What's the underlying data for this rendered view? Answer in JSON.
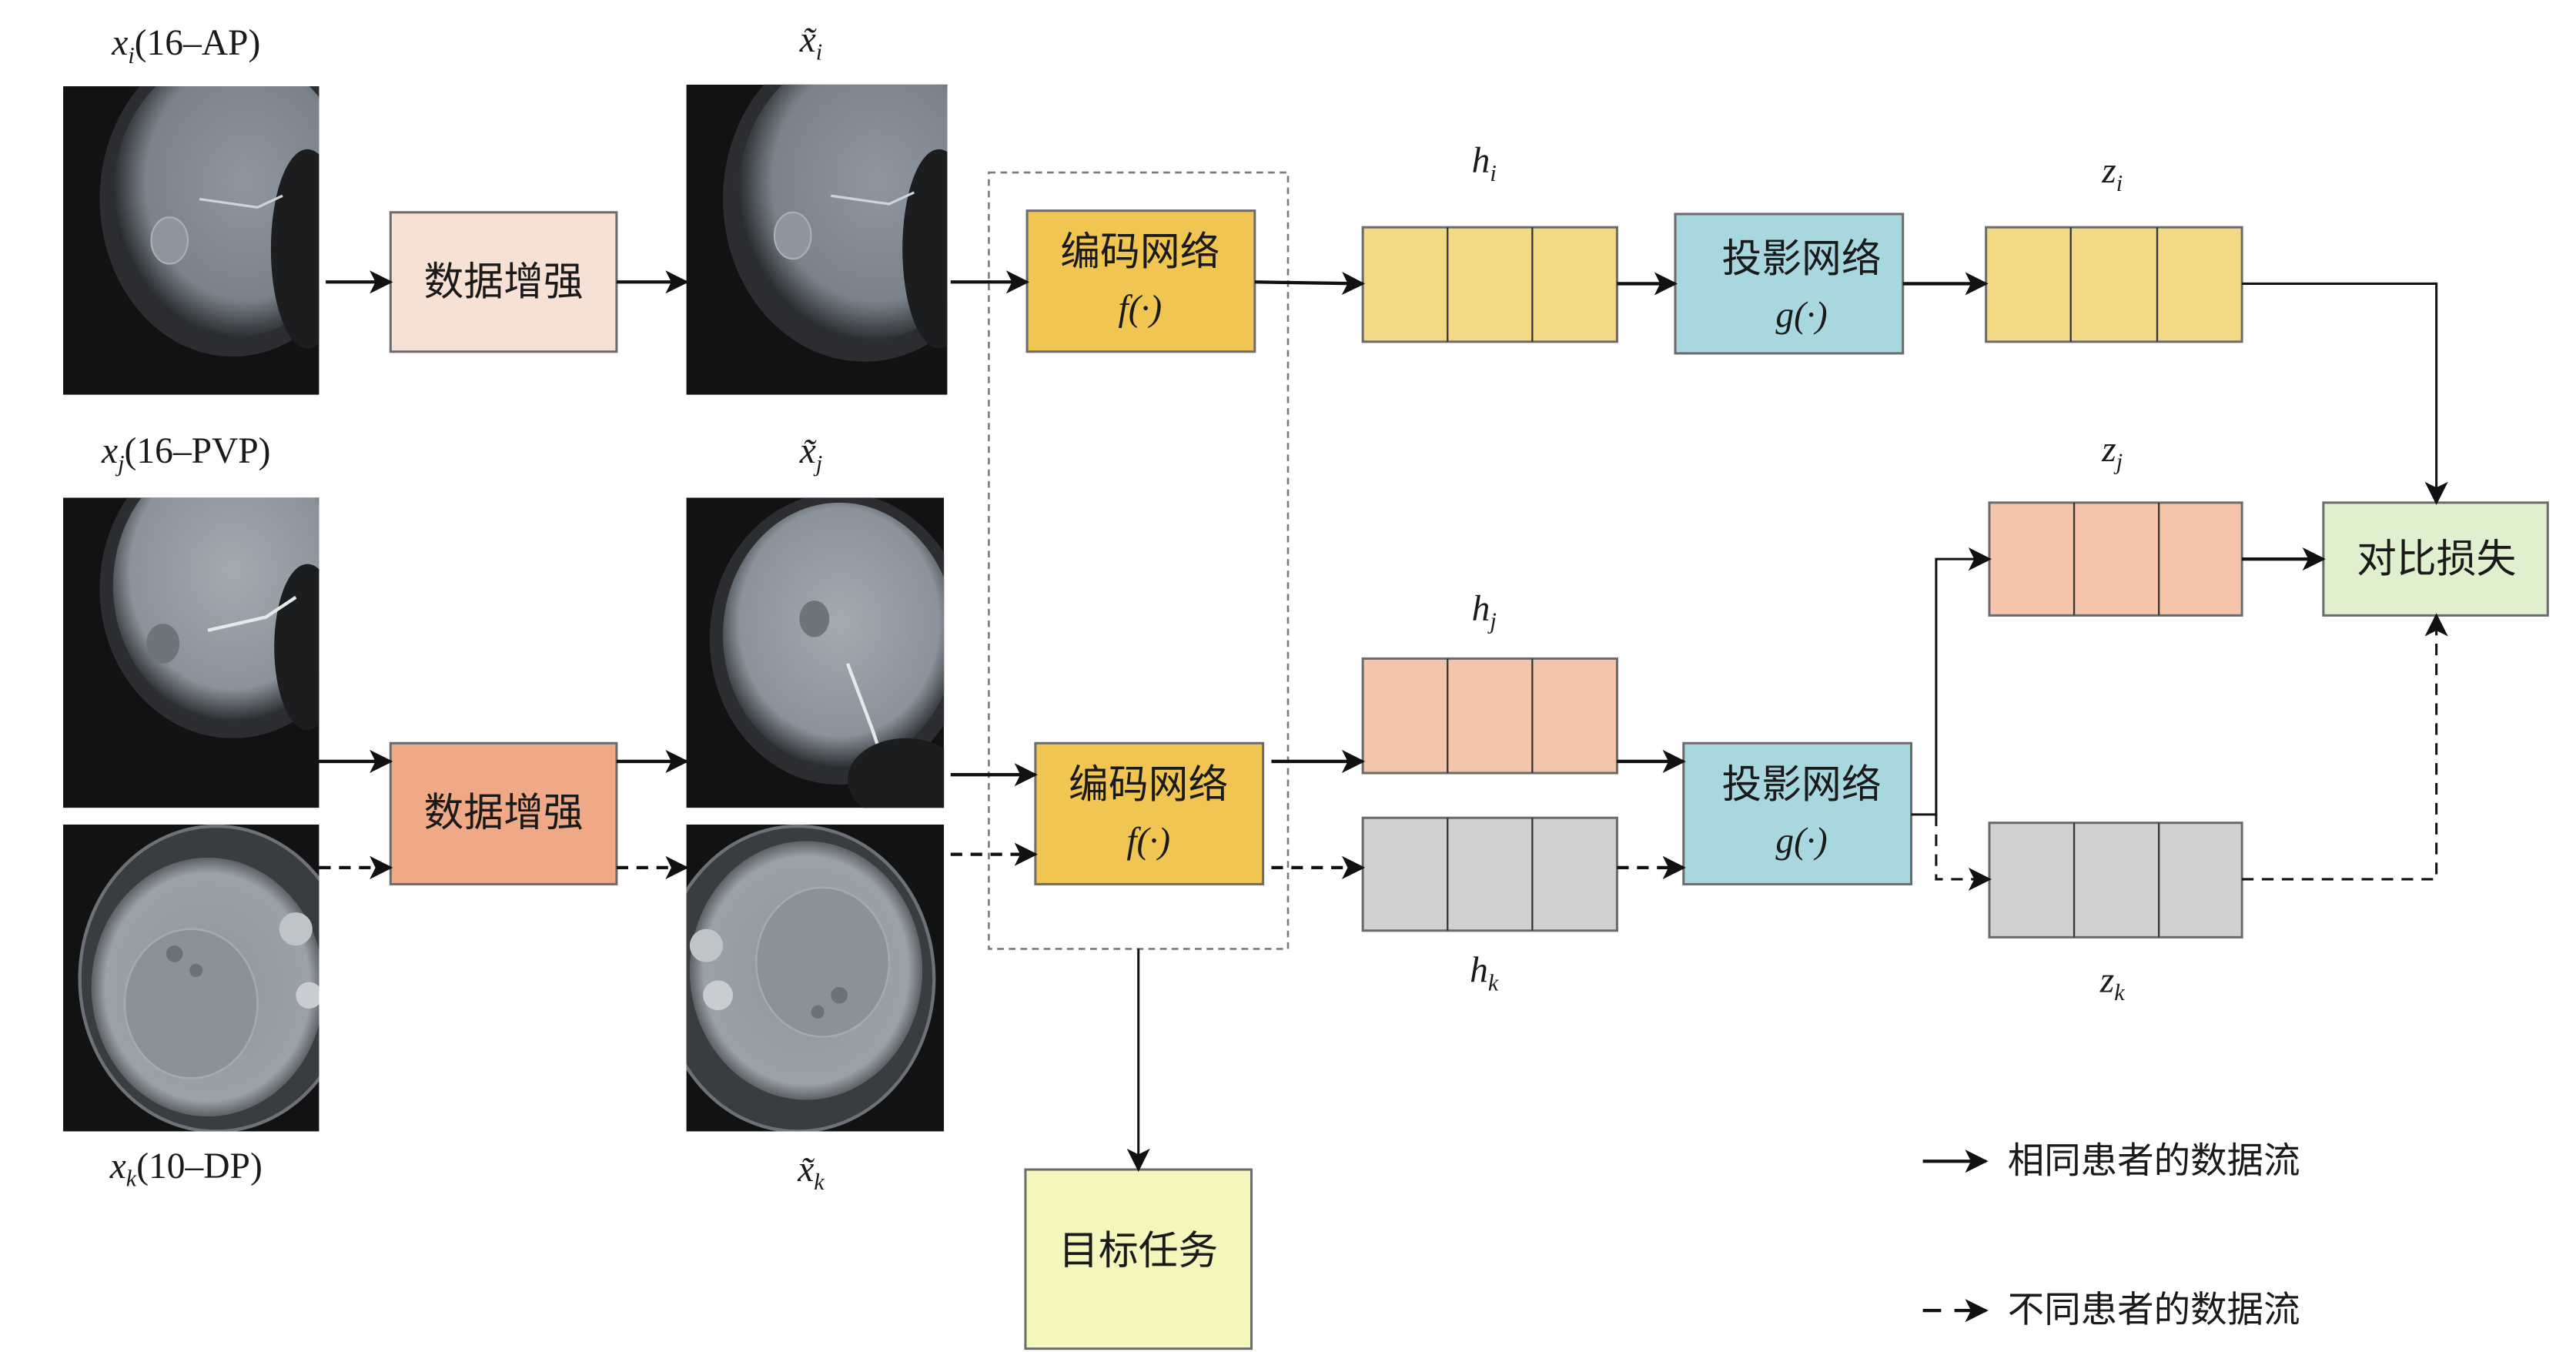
{
  "colors": {
    "augment_light": "#f7e0d4",
    "augment_dark": "#f0a987",
    "encoder": "#f0c552",
    "projection": "#a9d7df",
    "vector_same_i": "#f3d886",
    "vector_same_j": "#f4c5aa",
    "vector_diff": "#d1d1d1",
    "loss": "#dff0cf",
    "target": "#f5f6bb"
  },
  "inputs": {
    "xi": {
      "var": "x",
      "sub": "i",
      "tag": "(16–AP)"
    },
    "xj": {
      "var": "x",
      "sub": "j",
      "tag": "(16–PVP)"
    },
    "xk": {
      "var": "x",
      "sub": "k",
      "tag": "(10–DP)"
    }
  },
  "augmented": {
    "xi": {
      "var": "x̃",
      "sub": "i"
    },
    "xj": {
      "var": "x̃",
      "sub": "j"
    },
    "xk": {
      "var": "x̃",
      "sub": "k"
    }
  },
  "blocks": {
    "augment": "数据增强",
    "encoder": {
      "title": "编码网络",
      "func": "f(·)"
    },
    "projection": {
      "title": "投影网络",
      "func": "g(·)"
    },
    "loss": "对比损失",
    "target": "目标任务"
  },
  "representations": {
    "hi": {
      "var": "h",
      "sub": "i"
    },
    "hj": {
      "var": "h",
      "sub": "j"
    },
    "hk": {
      "var": "h",
      "sub": "k"
    }
  },
  "projections": {
    "zi": {
      "var": "z",
      "sub": "i"
    },
    "zj": {
      "var": "z",
      "sub": "j"
    },
    "zk": {
      "var": "z",
      "sub": "k"
    }
  },
  "legend": {
    "same": "相同患者的数据流",
    "diff": "不同患者的数据流"
  }
}
